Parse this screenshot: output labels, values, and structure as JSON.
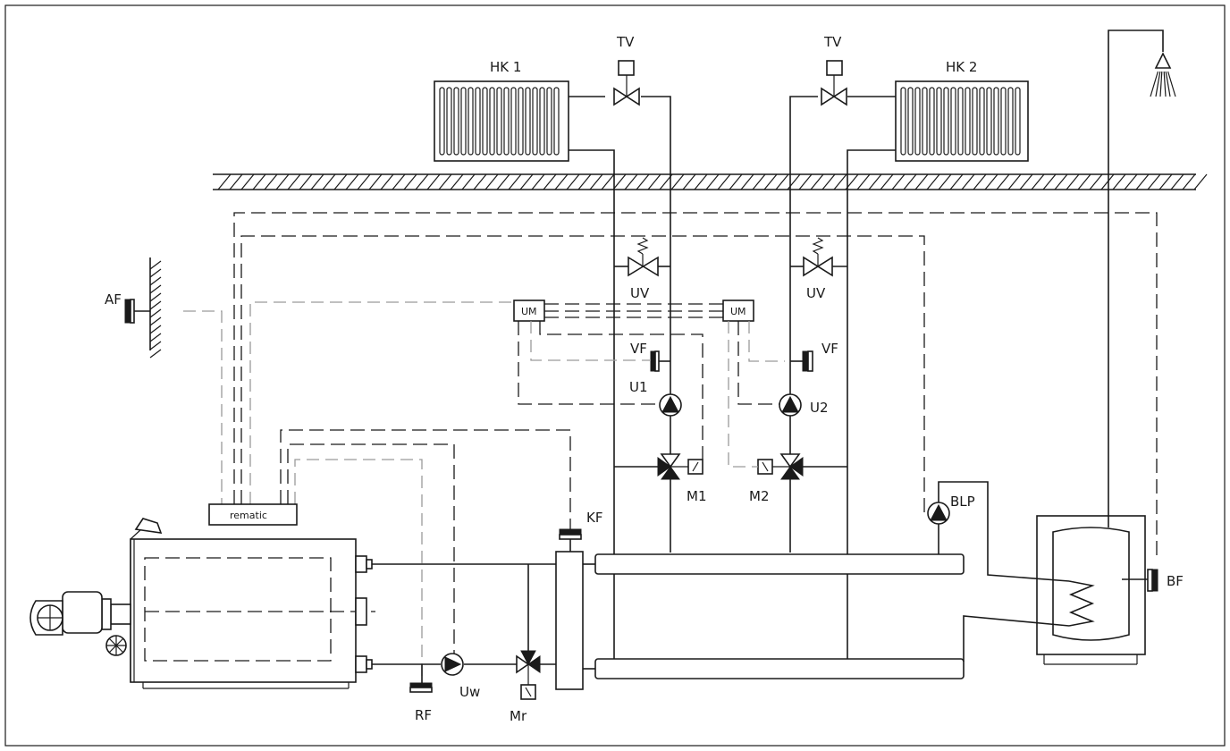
{
  "labels": {
    "tv_left": "TV",
    "tv_right": "TV",
    "hk1": "HK 1",
    "hk2": "HK 2",
    "af": "AF",
    "um_left": "UM",
    "um_right": "UM",
    "uv_left": "UV",
    "uv_right": "UV",
    "vf_left": "VF",
    "vf_right": "VF",
    "u1": "U1",
    "u2": "U2",
    "m1": "M1",
    "m2": "M2",
    "rematic": "rematic",
    "kf": "KF",
    "blp": "BLP",
    "bf": "BF",
    "rf": "RF",
    "uw": "Uw",
    "mr": "Mr"
  }
}
